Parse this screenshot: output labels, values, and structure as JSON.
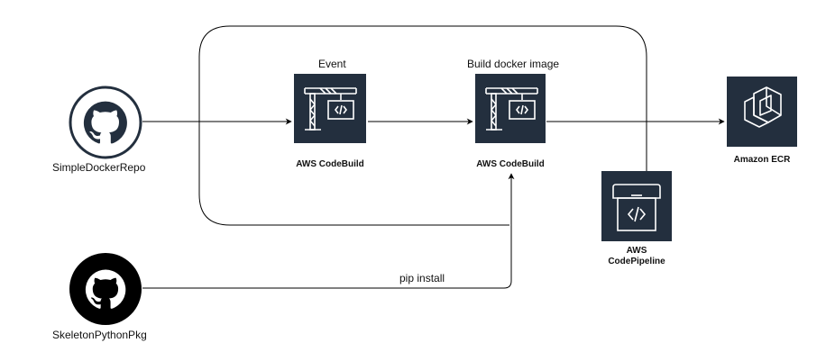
{
  "nodes": {
    "simple_docker_repo": {
      "label": "SimpleDockerRepo",
      "icon": "github-icon",
      "style": "outline"
    },
    "skeleton_python_pkg": {
      "label": "SkeletonPythonPkg",
      "icon": "github-icon",
      "style": "filled"
    },
    "codebuild_event": {
      "caption": "Event",
      "label": "AWS CodeBuild",
      "icon": "codebuild-icon"
    },
    "codebuild_build": {
      "caption": "Build docker image",
      "label": "AWS CodeBuild",
      "icon": "codebuild-icon"
    },
    "ecr": {
      "label": "Amazon ECR",
      "icon": "ecr-icon"
    },
    "codepipeline": {
      "label_line1": "AWS",
      "label_line2": "CodePipeline",
      "icon": "codepipeline-icon"
    }
  },
  "edges": {
    "pip_install": {
      "label": "pip install"
    }
  },
  "colors": {
    "service_tile": "#232f3e",
    "github_outline": "#232f3e",
    "github_filled": "#000000",
    "line": "#000000",
    "background": "#ffffff"
  }
}
